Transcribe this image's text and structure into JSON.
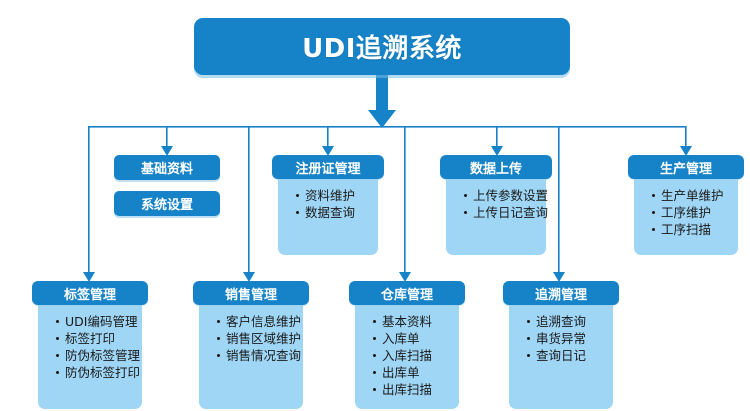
{
  "diagram": {
    "root": {
      "title": "UDI追溯系统"
    },
    "standalone": [
      {
        "label": "基础资料"
      },
      {
        "label": "系统设置"
      }
    ],
    "row_top": [
      {
        "title": "注册证管理",
        "items": [
          "资料维护",
          "数据查询"
        ]
      },
      {
        "title": "数据上传",
        "items": [
          "上传参数设置",
          "上传日记查询"
        ]
      },
      {
        "title": "生产管理",
        "items": [
          "生产单维护",
          "工序维护",
          "工序扫描"
        ]
      }
    ],
    "row_bottom": [
      {
        "title": "标签管理",
        "items": [
          "UDI编码管理",
          "标签打印",
          "防伪标签管理",
          "防伪标签打印"
        ]
      },
      {
        "title": "销售管理",
        "items": [
          "客户信息维护",
          "销售区域维护",
          "销售情况查询"
        ]
      },
      {
        "title": "仓库管理",
        "items": [
          "基本资料",
          "入库单",
          "入库扫描",
          "出库单",
          "出库扫描"
        ]
      },
      {
        "title": "追溯管理",
        "items": [
          "追溯查询",
          "串货异常",
          "查询日记"
        ]
      }
    ],
    "colors": {
      "header_blue": "#1682c8",
      "body_light_blue": "#9fd6f5",
      "connector_blue": "#1682c8",
      "title_text": "#ffffff",
      "item_text": "#1a1a1a",
      "background": "#ffffff"
    }
  }
}
